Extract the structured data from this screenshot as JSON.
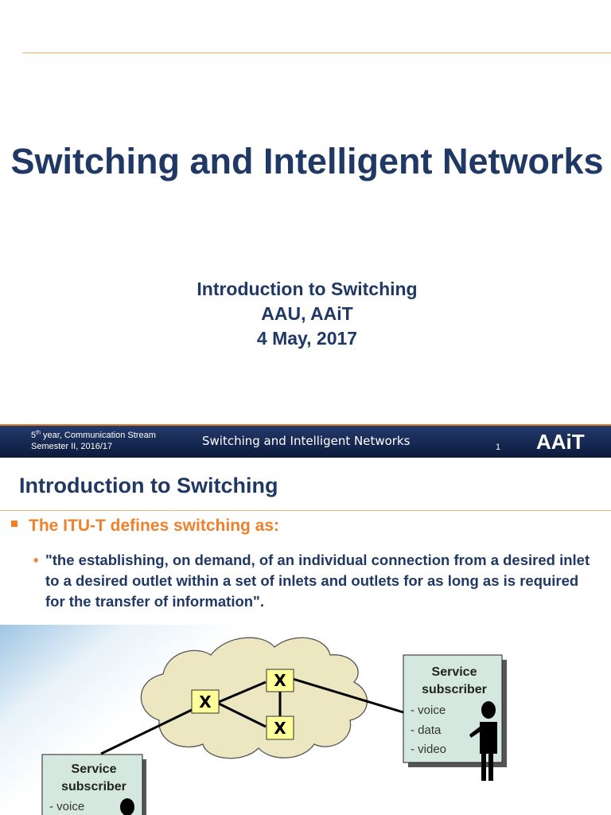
{
  "slide1": {
    "title": "Switching and Intelligent Networks",
    "subtitle_lines": [
      "Introduction to Switching",
      "AAU, AAiT",
      "4 May, 2017"
    ],
    "footer": {
      "year_num": "5",
      "year_sup": "th",
      "year_rest": " year, Communication Stream",
      "semester": "Semester II, 2016/17",
      "course": "Switching and Intelligent Networks",
      "page": "1",
      "logo": "AAiT"
    }
  },
  "slide2": {
    "title": "Introduction to Switching",
    "bullet_main": "The ITU-T defines switching as:",
    "bullet_sub": "\"the establishing, on demand, of an individual connection from a desired inlet to a desired outlet within a set of inlets and outlets for as long as is required for the transfer of information\".",
    "diagram": {
      "switch_label": "X",
      "subscriber_right": {
        "title_line1": "Service",
        "title_line2": "subscriber",
        "items": [
          "- voice",
          "- data",
          "- video"
        ]
      },
      "subscriber_left": {
        "title_line1": "Service",
        "title_line2": "subscriber",
        "items": [
          "- voice"
        ]
      }
    }
  },
  "colors": {
    "navy": "#1f3864",
    "orange": "#f0812a",
    "box_fill": "#d5e8e0",
    "switch_fill": "#ffff99",
    "cloud_fill": "#ece7c1"
  }
}
